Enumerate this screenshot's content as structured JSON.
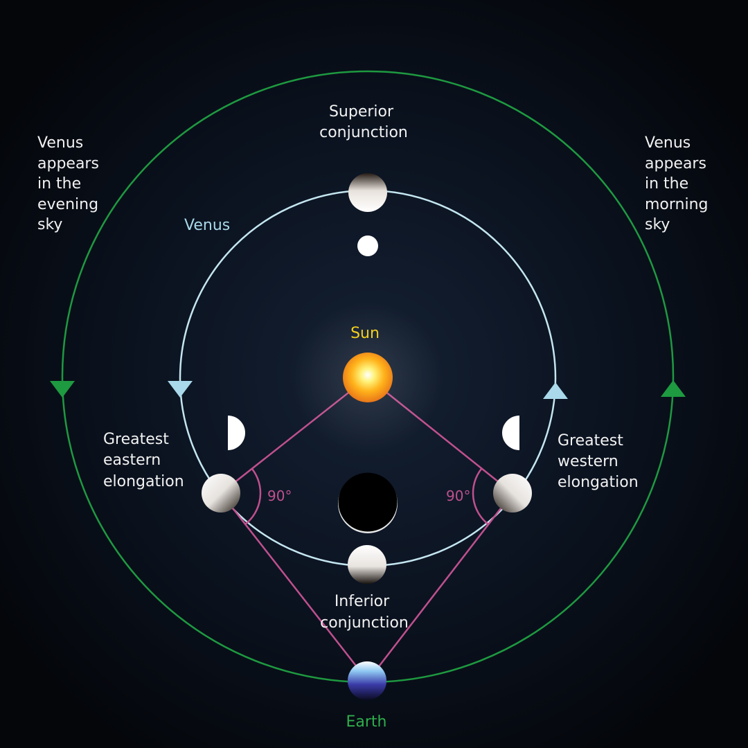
{
  "labels": {
    "superior_conjunction": [
      "Superior",
      "conjunction"
    ],
    "inferior_conjunction": [
      "Inferior",
      "conjunction"
    ],
    "sun": "Sun",
    "venus_orbit": "Venus",
    "earth": "Earth",
    "greatest_eastern_elongation": [
      "Greatest",
      "eastern",
      "elongation"
    ],
    "greatest_western_elongation": [
      "Greatest",
      "western",
      "elongation"
    ],
    "evening_sky": [
      "Venus",
      "appears",
      "in the",
      "evening",
      "sky"
    ],
    "morning_sky": [
      "Venus",
      "appears",
      "in the",
      "morning",
      "sky"
    ],
    "angle_left": "90°",
    "angle_right": "90°"
  },
  "colors": {
    "earth_orbit": "#1e9a40",
    "venus_orbit": "#c4e6f0",
    "sight_lines": "#c0508f",
    "sun_label": "#f3cf1c",
    "venus_label": "#a9d9ea",
    "earth_label": "#2fae4c",
    "background": "#0b1220"
  },
  "icons": [
    "sun-icon",
    "earth-icon",
    "venus-phase-icon",
    "orbit-direction-arrow-icon"
  ]
}
